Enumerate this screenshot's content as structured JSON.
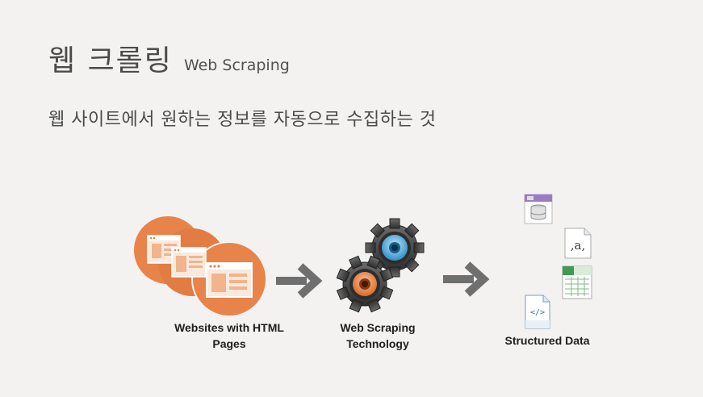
{
  "slide": {
    "title": "웹 크롤링",
    "title_en": "Web Scraping",
    "subtitle": "웹 사이트에서 원하는 정보를 자동으로 수집하는 것"
  },
  "diagram": {
    "websites_label": "Websites with HTML Pages",
    "technology_label": "Web Scraping Technology",
    "structured_label": "Structured Data",
    "csv_glyph": ",a,",
    "code_glyph": "</>",
    "colors": {
      "orange": "#e8834a",
      "orange_dark": "#d8743a",
      "arrow": "#6f6f6f",
      "gear": "#4d4d4d",
      "blue": "#3aa3d8",
      "purple": "#9a7cc2",
      "green": "#3f9b55"
    }
  }
}
